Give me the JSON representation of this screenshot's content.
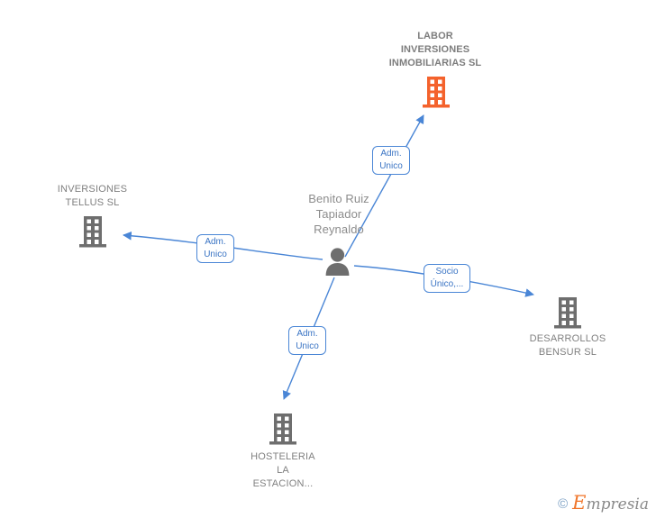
{
  "graph": {
    "focal_color": "#f4622c",
    "entity_color": "#6e6e6e",
    "person_color": "#6e6e6e",
    "edge_color": "#4a86d6",
    "label_color": "#808080",
    "nodes": [
      {
        "id": "labor",
        "type": "company-focal",
        "label": "LABOR\nINVERSIONES\nINMOBILIARIAS SL",
        "icon": "building-icon"
      },
      {
        "id": "tellus",
        "type": "company",
        "label": "INVERSIONES\nTELLUS SL",
        "icon": "building-icon"
      },
      {
        "id": "person",
        "type": "person",
        "label": "Benito Ruiz\nTapiador\nReynaldo",
        "icon": "person-icon"
      },
      {
        "id": "bensur",
        "type": "company",
        "label": "DESARROLLOS\nBENSUR SL",
        "icon": "building-icon"
      },
      {
        "id": "hosteleria",
        "type": "company",
        "label": "HOSTELERIA\nLA\nESTACION...",
        "icon": "building-icon"
      }
    ],
    "edges": [
      {
        "id": "e-labor",
        "from": "person",
        "to": "labor",
        "label": "Adm.\nUnico"
      },
      {
        "id": "e-tellus",
        "from": "person",
        "to": "tellus",
        "label": "Adm.\nUnico"
      },
      {
        "id": "e-bensur",
        "from": "person",
        "to": "bensur",
        "label": "Socio\nÚnico,..."
      },
      {
        "id": "e-hosteleria",
        "from": "person",
        "to": "hosteleria",
        "label": "Adm.\nUnico"
      }
    ]
  },
  "watermark": {
    "copyright": "©",
    "brand_initial": "E",
    "brand_rest": "mpresia"
  }
}
